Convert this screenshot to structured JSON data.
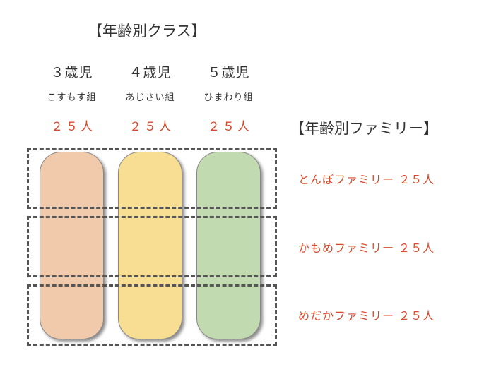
{
  "class_title": "【年齢別クラス】",
  "family_title": "【年齢別ファミリー】",
  "classes": [
    {
      "age": "３歳児",
      "name": "こすもす組",
      "count": "２５人",
      "color": "#f1c9ab"
    },
    {
      "age": "４歳児",
      "name": "あじさい組",
      "count": "２５人",
      "color": "#f7de93"
    },
    {
      "age": "５歳児",
      "name": "ひまわり組",
      "count": "２５人",
      "color": "#c2dab0"
    }
  ],
  "families": [
    {
      "label": "とんぼファミリー ２５人"
    },
    {
      "label": "かもめファミリー ２５人"
    },
    {
      "label": "めだかファミリー ２５人"
    }
  ]
}
